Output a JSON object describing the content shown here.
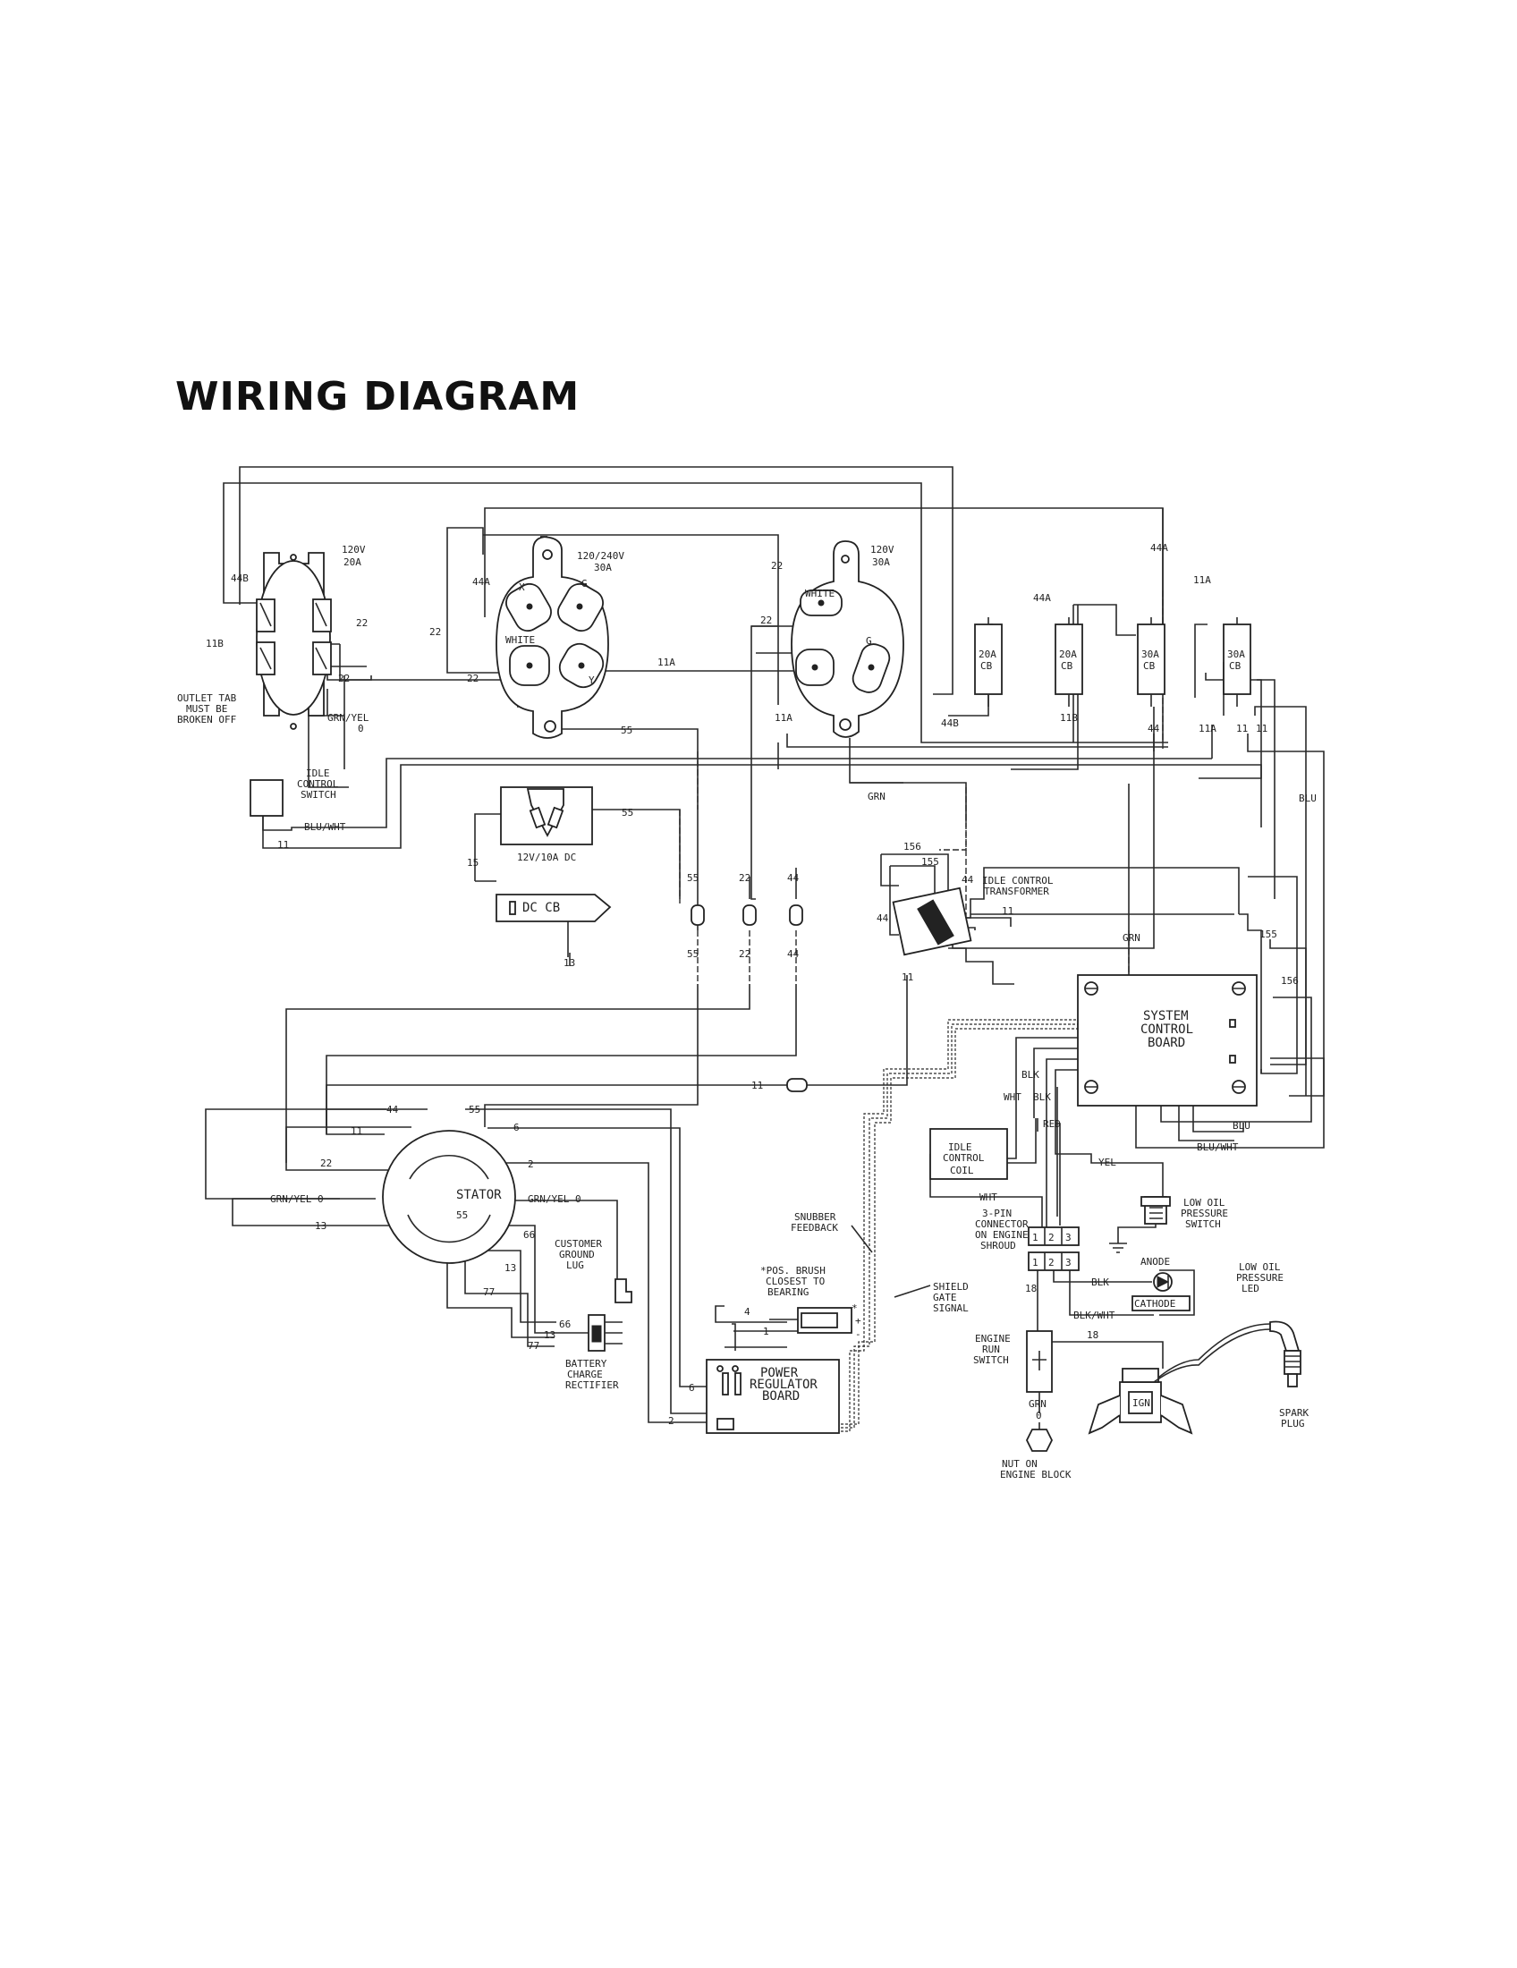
{
  "title": "WIRING DIAGRAM",
  "receptacles": {
    "r120_20": {
      "rating": "120V",
      "amps": "20A",
      "note": [
        "OUTLET TAB",
        "MUST BE",
        "BROKEN OFF"
      ]
    },
    "r120_240": {
      "rating": "120/240V",
      "amps": "30A",
      "pin_x": "X",
      "pin_g": "G",
      "pin_white": "WHITE",
      "pin_y": "Y"
    },
    "r120_30": {
      "rating": "120V",
      "amps": "30A",
      "pin_white": "WHITE",
      "pin_g": "G"
    }
  },
  "breakers": [
    {
      "amps": "20A",
      "cb": "CB"
    },
    {
      "amps": "20A",
      "cb": "CB"
    },
    {
      "amps": "30A",
      "cb": "CB"
    },
    {
      "amps": "30A",
      "cb": "CB"
    }
  ],
  "components": {
    "idle_switch": [
      "IDLE",
      "CONTROL",
      "SWITCH"
    ],
    "dc_receptacle": "12V/10A DC",
    "dc_cb": "DC CB",
    "idle_transformer": [
      "IDLE CONTROL",
      "TRANSFORMER"
    ],
    "system_board": [
      "SYSTEM",
      "CONTROL",
      "BOARD"
    ],
    "stator": "STATOR",
    "ground_lug": [
      "CUSTOMER",
      "GROUND",
      "LUG"
    ],
    "rectifier": [
      "BATTERY",
      "CHARGE",
      "RECTIFIER"
    ],
    "snubber": [
      "SNUBBER",
      "FEEDBACK"
    ],
    "brush": [
      "*POS. BRUSH",
      "CLOSEST TO",
      "BEARING"
    ],
    "shield": [
      "SHIELD",
      "GATE",
      "SIGNAL"
    ],
    "regulator": [
      "POWER",
      "REGULATOR",
      "BOARD"
    ],
    "idle_coil": [
      "IDLE",
      "CONTROL",
      "COIL"
    ],
    "connector": [
      "3-PIN",
      "CONNECTOR",
      "ON ENGINE",
      "SHROUD"
    ],
    "connector_pins": [
      "1",
      "2",
      "3"
    ],
    "oil_switch": [
      "LOW OIL",
      "PRESSURE",
      "SWITCH"
    ],
    "anode": "ANODE",
    "cathode": "CATHODE",
    "oil_led": [
      "LOW OIL",
      "PRESSURE",
      "LED"
    ],
    "run_switch": [
      "ENGINE",
      "RUN",
      "SWITCH"
    ],
    "nut": [
      "NUT ON",
      "ENGINE BLOCK"
    ],
    "ign": "IGN",
    "spark": [
      "SPARK",
      "PLUG"
    ],
    "star": "*",
    "plus": "+",
    "minus": "-"
  },
  "wires": {
    "w44B": "44B",
    "w11B": "11B",
    "w22": "22",
    "w44A": "44A",
    "w11A": "11A",
    "w44": "44",
    "w55": "55",
    "w11": "11",
    "w15": "15",
    "w13": "13",
    "w156": "156",
    "w155": "155",
    "w6": "6",
    "w2": "2",
    "w66": "66",
    "w77": "77",
    "w4": "4",
    "w1": "1",
    "w18": "18",
    "w0": "0",
    "grnyel": "GRN/YEL",
    "grnyel0": "GRN/YEL 0",
    "grn": "GRN",
    "bluwht": "BLU/WHT",
    "blu": "BLU",
    "blk": "BLK",
    "wht": "WHT",
    "red": "RED",
    "yel": "YEL",
    "blkwht": "BLK/WHT"
  }
}
